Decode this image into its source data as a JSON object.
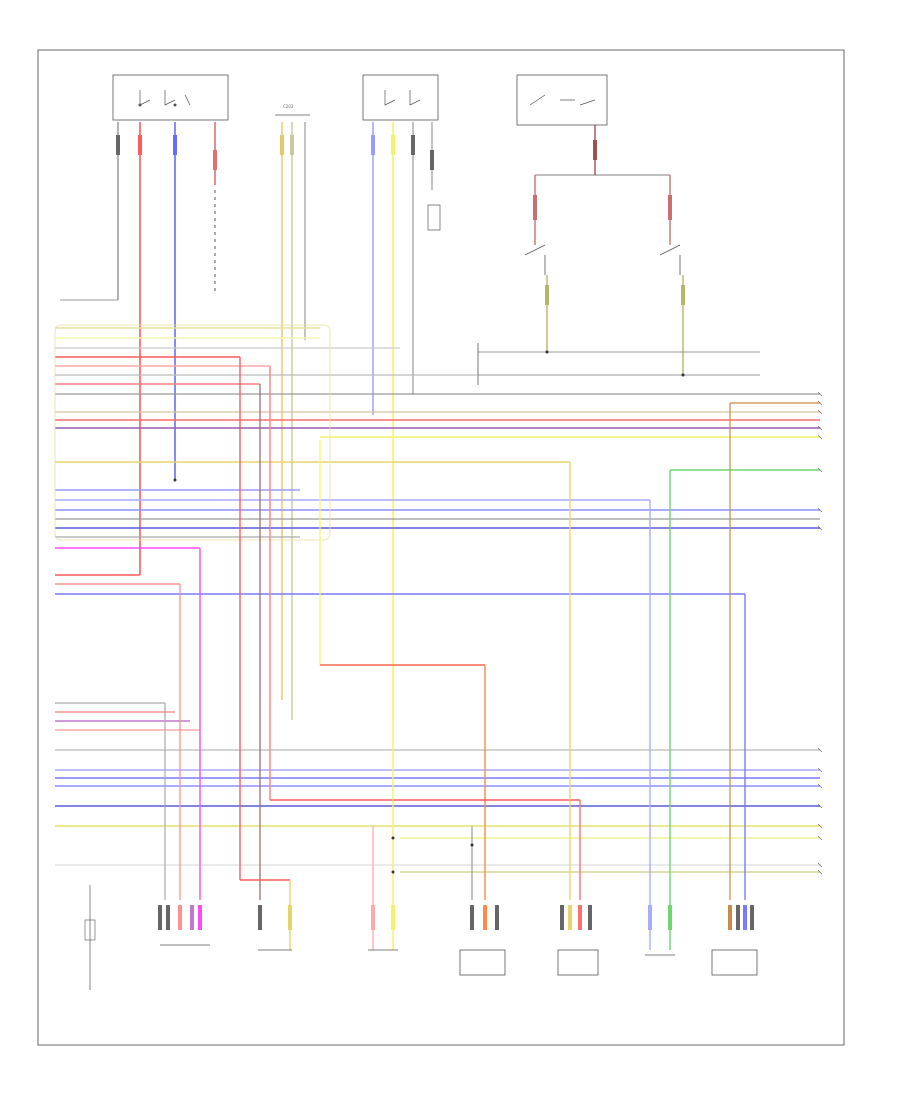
{
  "page_ref": "",
  "colors": {
    "red": "#ff5a5a",
    "pink": "#ff7f7f",
    "blue": "#6b6bff",
    "yellow": "#f3f36a",
    "purple": "#c07acb",
    "magenta": "#ff49ff",
    "green": "#6fd56f",
    "orange": "#ff8a4a",
    "gray": "#a8a8a8",
    "brown": "#b07a4a",
    "black": "#222222",
    "tan": "#e6d7a0"
  },
  "components": [
    {
      "id": "top-switch-left",
      "icon": "switch-relay-icon"
    },
    {
      "id": "top-connector-mid",
      "icon": "connector-icon"
    },
    {
      "id": "top-switch-right",
      "icon": "switch-relay-icon"
    },
    {
      "id": "top-module-far-right",
      "icon": "module-box-icon"
    },
    {
      "id": "pressure-switch-left",
      "icon": "pressure-switch-icon"
    },
    {
      "id": "pressure-switch-right",
      "icon": "pressure-switch-icon"
    },
    {
      "id": "bottom-connector-1",
      "icon": "connector-icon"
    },
    {
      "id": "bottom-connector-2",
      "icon": "connector-icon"
    },
    {
      "id": "bottom-connector-3",
      "icon": "connector-icon"
    },
    {
      "id": "bottom-sensor-4",
      "icon": "sensor-icon"
    },
    {
      "id": "bottom-sensor-5",
      "icon": "sensor-icon"
    },
    {
      "id": "bottom-connector-6",
      "icon": "connector-icon"
    },
    {
      "id": "bottom-sensor-7",
      "icon": "sensor-icon"
    }
  ]
}
